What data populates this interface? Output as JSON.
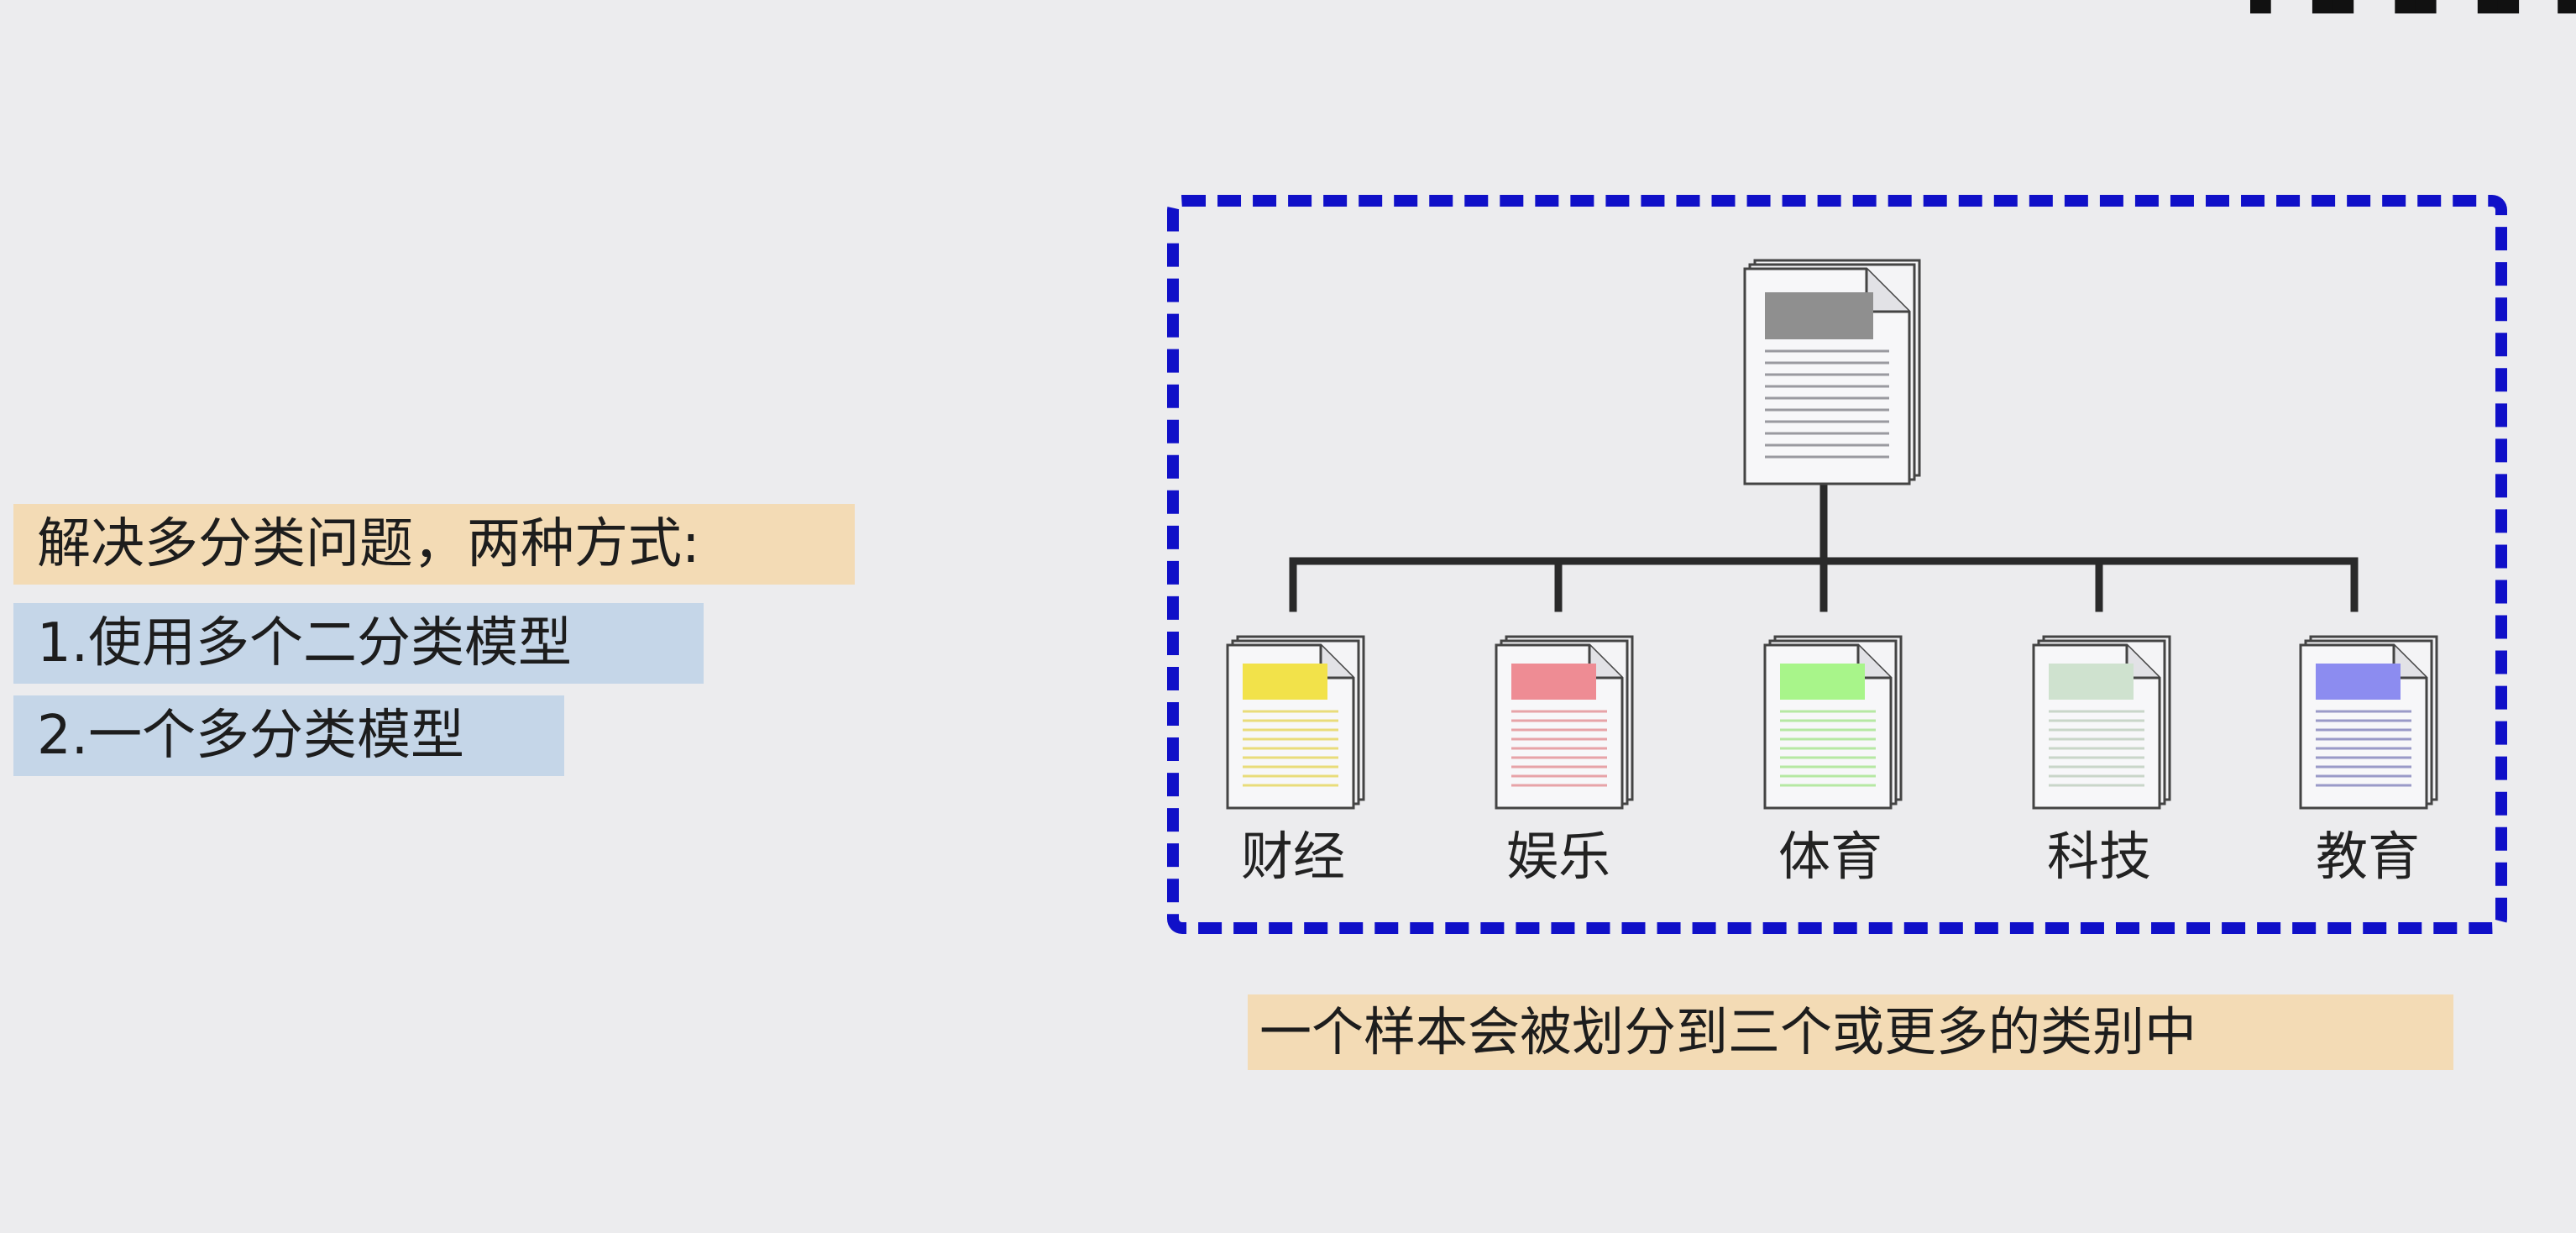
{
  "left_text": {
    "line1": "解决多分类问题，两种方式:",
    "line2": "1.使用多个二分类模型",
    "line3": "2.一个多分类模型"
  },
  "diagram": {
    "root_doc_color": "#8f8f8f",
    "categories": [
      {
        "label": "财经",
        "color": "#f2e24a",
        "stripe_color": "#e9dc7a"
      },
      {
        "label": "娱乐",
        "color": "#ee8c94",
        "stripe_color": "#e7a3a8"
      },
      {
        "label": "体育",
        "color": "#a8f58a",
        "stripe_color": "#b6e8a3"
      },
      {
        "label": "科技",
        "color": "#cfe2cf",
        "stripe_color": "#c9d6c9"
      },
      {
        "label": "教育",
        "color": "#8c8cf0",
        "stripe_color": "#9a9ac8"
      }
    ],
    "frame_color": "#1010c8"
  },
  "caption": "一个样本会被划分到三个或更多的类别中"
}
